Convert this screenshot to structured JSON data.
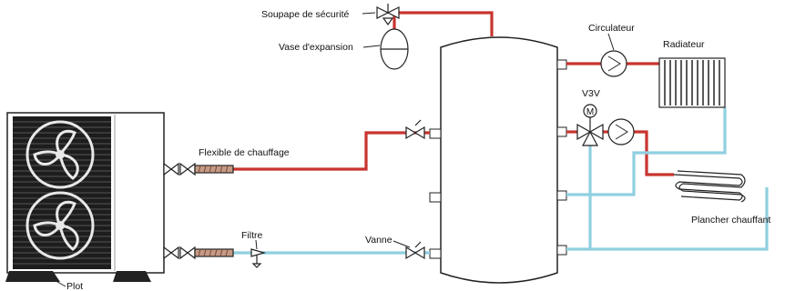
{
  "labels": {
    "safety_valve": "Soupape de sécurité",
    "expansion_vessel": "Vase d'expansion",
    "circulator": "Circulateur",
    "radiator": "Radiateur",
    "v3v": "V3V",
    "flexible": "Flexible de chauffage",
    "filter": "Filtre",
    "valve": "Vanne",
    "floor_heating": "Plancher chauffant",
    "mount": "Plot"
  },
  "motor_letter": "M",
  "colors": {
    "hot_pipe": "#c8342f",
    "cold_pipe": "#8fcfe0",
    "outline": "#222222"
  }
}
